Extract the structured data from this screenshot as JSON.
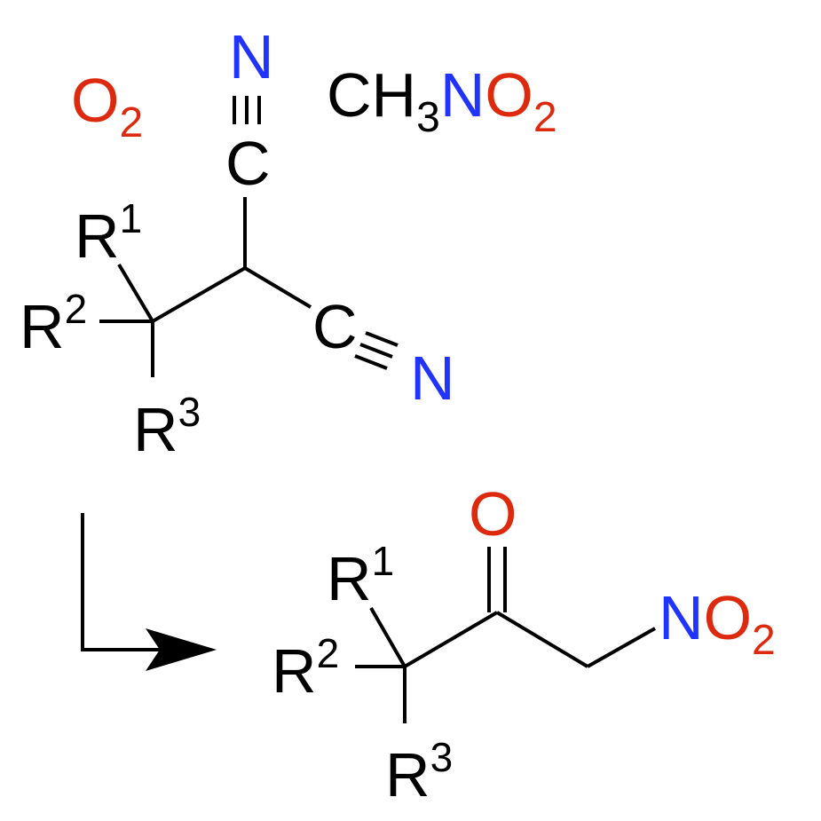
{
  "colors": {
    "carbon": "#000000",
    "nitrogen": "#2033ff",
    "oxygen": "#dd2a0e"
  },
  "reagents": {
    "oxygen": {
      "element": "O",
      "count": "2"
    },
    "nitromethane": {
      "c": "CH",
      "h_count": "3",
      "n": "N",
      "o": "O",
      "o_count": "2"
    }
  },
  "reactant": {
    "nitrile_top": {
      "n": "N",
      "c": "C"
    },
    "nitrile_right": {
      "n": "N",
      "c": "C"
    },
    "r1": {
      "base": "R",
      "index": "1"
    },
    "r2": {
      "base": "R",
      "index": "2"
    },
    "r3": {
      "base": "R",
      "index": "3"
    }
  },
  "product": {
    "carbonyl_o": "O",
    "nitro": {
      "n": "N",
      "o": "O",
      "o_count": "2"
    },
    "r1": {
      "base": "R",
      "index": "1"
    },
    "r2": {
      "base": "R",
      "index": "2"
    },
    "r3": {
      "base": "R",
      "index": "3"
    }
  }
}
